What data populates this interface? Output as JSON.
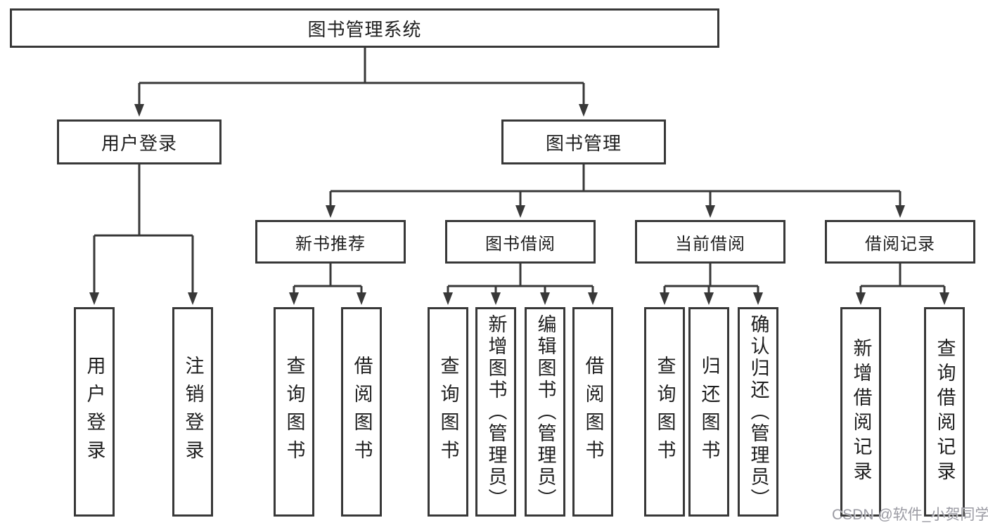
{
  "tree": {
    "root": {
      "label": "图书管理系统"
    },
    "level1": [
      {
        "label": "用户登录"
      },
      {
        "label": "图书管理"
      }
    ],
    "level2": [
      {
        "label": "新书推荐"
      },
      {
        "label": "图书借阅"
      },
      {
        "label": "当前借阅"
      },
      {
        "label": "借阅记录"
      }
    ],
    "leaves": {
      "user_login": [
        {
          "label": "用户登录"
        },
        {
          "label": "注销登录"
        }
      ],
      "new_book": [
        {
          "label": "查询图书"
        },
        {
          "label": "借阅图书"
        }
      ],
      "book_borrow": [
        {
          "label": "查询图书"
        },
        {
          "label": "新增图书（管理员）"
        },
        {
          "label": "编辑图书（管理员）"
        },
        {
          "label": "借阅图书"
        }
      ],
      "current_borrow": [
        {
          "label": "查询图书"
        },
        {
          "label": "归还图书"
        },
        {
          "label": "确认归还（管理员）"
        }
      ],
      "borrow_records": [
        {
          "label": "新增借阅记录"
        },
        {
          "label": "查询借阅记录"
        }
      ]
    }
  },
  "watermark": {
    "text": "CSDN @软件_小贺同学"
  },
  "colors": {
    "line": "#383838",
    "box_border": "#383838",
    "text": "#1f1f1f",
    "watermark": "#9b9ba3",
    "background": "#ffffff"
  }
}
